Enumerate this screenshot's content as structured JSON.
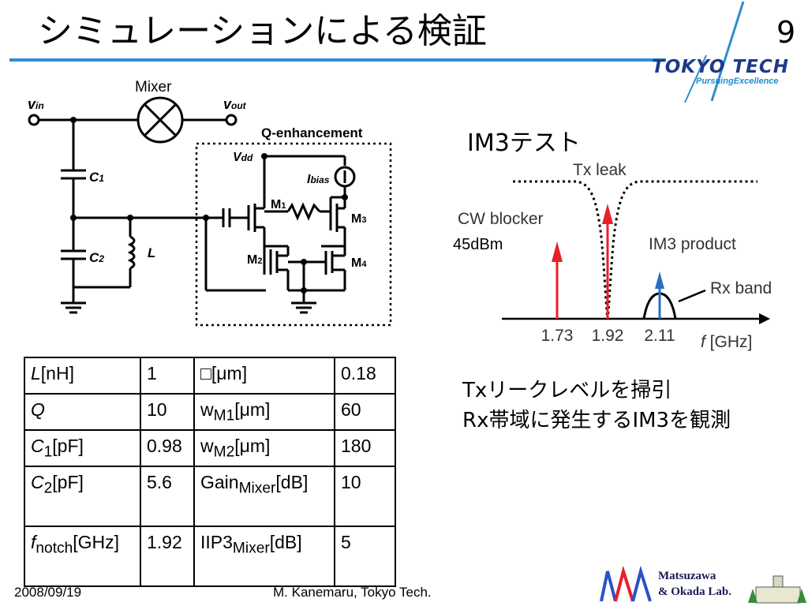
{
  "slide": {
    "title": "シミュレーションによる検証",
    "page_number": "9"
  },
  "logo": {
    "name": "TOKYO TECH",
    "tagline": "PursuingExcellence"
  },
  "circuit": {
    "vin": "v",
    "vin_sub": "in",
    "vout": "v",
    "vout_sub": "out",
    "mixer": "Mixer",
    "q_enh": "Q-enhancement",
    "vdd": "V",
    "vdd_sub": "dd",
    "ibias": "I",
    "ibias_sub": "bias",
    "c1": "C",
    "c1_sub": "1",
    "c2": "C",
    "c2_sub": "2",
    "l": "L",
    "m1": "M",
    "m1_sub": "1",
    "m2": "M",
    "m2_sub": "2",
    "m3": "M",
    "m3_sub": "3",
    "m4": "M",
    "m4_sub": "4"
  },
  "spectrum": {
    "heading": "IM3テスト",
    "tx_leak": "Tx leak",
    "cw_blocker": "CW blocker",
    "cw_power": "45dBm",
    "im3_product": "IM3 product",
    "rx_band": "Rx band",
    "axis_f": "f",
    "axis_unit": " [GHz]",
    "ticks": [
      "1.73",
      "1.92",
      "2.11"
    ]
  },
  "notes": {
    "line1": "Txリークレベルを掃引",
    "line2": "Rx帯域に発生するIM3を観測"
  },
  "table": {
    "r1": {
      "p1": "L",
      "p1_tail": "[nH]",
      "v1": "1",
      "p2": "□[μm]",
      "v2": "0.18"
    },
    "r2": {
      "p1": "Q",
      "v1": "10",
      "p2": "w",
      "p2_sub": "M1",
      "p2_tail": "[μm]",
      "v2": "60"
    },
    "r3": {
      "p1": "C",
      "p1_sub": "1",
      "p1_tail": "[pF]",
      "v1": "0.98",
      "p2": "w",
      "p2_sub": "M2",
      "p2_tail": "[μm]",
      "v2": "180"
    },
    "r4": {
      "p1": "C",
      "p1_sub": "2",
      "p1_tail": "[pF]",
      "v1": "5.6",
      "p2": "Gain",
      "p2_sub": "Mixer",
      "p2_tail": "[dB]",
      "v2": "10"
    },
    "r5": {
      "p1": "f",
      "p1_sub": "notch",
      "p1_tail": "[GHz]",
      "v1": "1.92",
      "p2": "IIP3",
      "p2_sub": "Mixer",
      "p2_tail": "[dB]",
      "v2": "5"
    }
  },
  "footer": {
    "date": "2008/09/19",
    "author": "M. Kanemaru, Tokyo Tech.",
    "lab_line1": "Matsuzawa",
    "lab_line2": "& Okada Lab."
  },
  "colors": {
    "accent": "#2f8fd0",
    "arrow_red": "#e8202a",
    "arrow_blue": "#2a6fc0"
  }
}
